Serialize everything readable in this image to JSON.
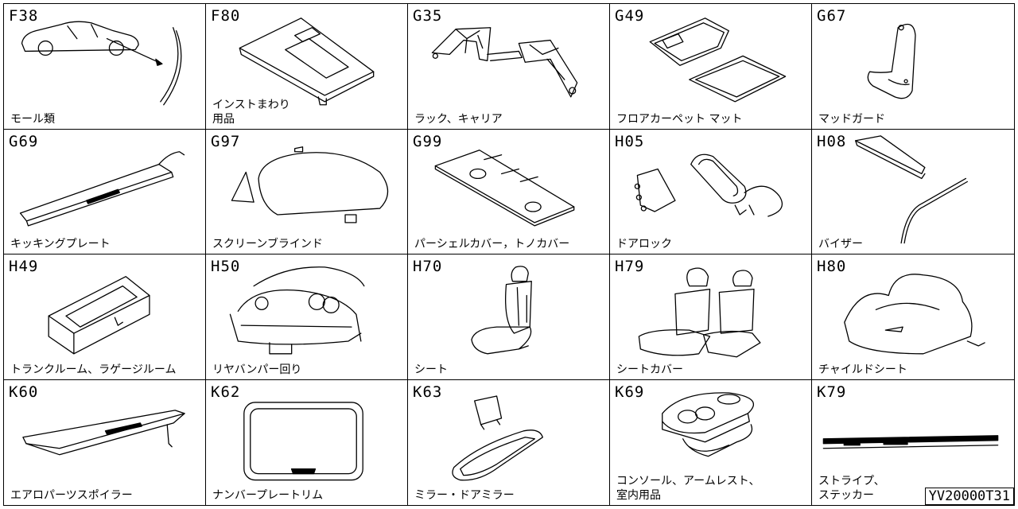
{
  "doc_id": "YV20000T31",
  "items": [
    {
      "code": "F38",
      "label": "モール類",
      "icon": "molding-illustration"
    },
    {
      "code": "F80",
      "label": "インストまわり\n用品",
      "icon": "instrument-panel-illustration"
    },
    {
      "code": "G35",
      "label": "ラック、キャリア",
      "icon": "roof-rack-illustration"
    },
    {
      "code": "G49",
      "label": "フロアカーペット マット",
      "icon": "floor-mat-illustration"
    },
    {
      "code": "G67",
      "label": "マッドガード",
      "icon": "mud-guard-illustration"
    },
    {
      "code": "G69",
      "label": "キッキングプレート",
      "icon": "kicking-plate-illustration"
    },
    {
      "code": "G97",
      "label": "スクリーンブラインド",
      "icon": "screen-blind-illustration"
    },
    {
      "code": "G99",
      "label": "パーシェルカバー，トノカバー",
      "icon": "parcel-shelf-illustration"
    },
    {
      "code": "H05",
      "label": "ドアロック",
      "icon": "door-lock-illustration"
    },
    {
      "code": "H08",
      "label": "バイザー",
      "icon": "visor-illustration"
    },
    {
      "code": "H49",
      "label": "トランクルーム、ラゲージルーム",
      "icon": "trunk-box-illustration"
    },
    {
      "code": "H50",
      "label": "リヤバンパー回り",
      "icon": "rear-bumper-illustration"
    },
    {
      "code": "H70",
      "label": "シート",
      "icon": "seat-illustration"
    },
    {
      "code": "H79",
      "label": "シートカバー",
      "icon": "seat-cover-illustration"
    },
    {
      "code": "H80",
      "label": "チャイルドシート",
      "icon": "child-seat-illustration"
    },
    {
      "code": "K60",
      "label": "エアロパーツスポイラー",
      "icon": "spoiler-illustration"
    },
    {
      "code": "K62",
      "label": "ナンバープレートリム",
      "icon": "plate-rim-illustration"
    },
    {
      "code": "K63",
      "label": "ミラー・ドアミラー",
      "icon": "mirror-illustration"
    },
    {
      "code": "K69",
      "label": "コンソール、アームレスト、\n室内用品",
      "icon": "console-illustration"
    },
    {
      "code": "K79",
      "label": "ストライプ、\nステッカー",
      "icon": "stripe-illustration"
    }
  ]
}
